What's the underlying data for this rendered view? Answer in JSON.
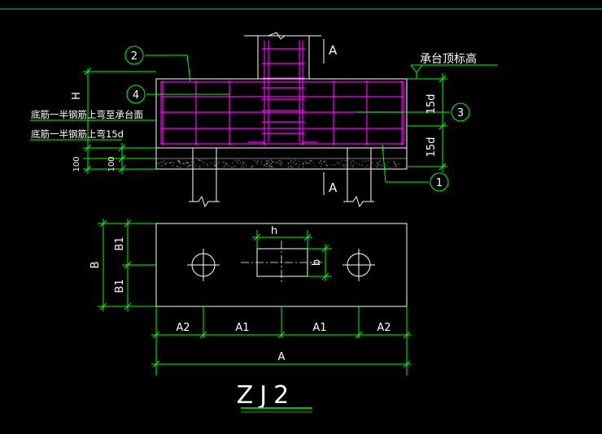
{
  "colors": {
    "background": "#000000",
    "outline": "#ffffff",
    "leader": "#00ff00",
    "rebar": "#ff00ff",
    "dimension": "#00ff00",
    "text": "#ffffff",
    "title_bar": "#00c0c0"
  },
  "section": {
    "cut_label_top": "A",
    "cut_label_bottom": "A",
    "callouts": [
      "1",
      "2",
      "3",
      "4"
    ],
    "top_elevation_label": "承台顶标高",
    "note_line_1": "底筋一半钢筋上弯至承台面",
    "note_line_2": "底筋一半钢筋上弯15d",
    "dim_height": "H",
    "dim_bend_upper": "15d",
    "dim_bend_lower": "15d",
    "dim_100_a": "100",
    "dim_100_b": "100"
  },
  "plan": {
    "dim_h": "h",
    "dim_b": "b",
    "dim_B": "B",
    "dim_B1_top": "B1",
    "dim_B1_bottom": "B1",
    "dims_bottom": [
      "A2",
      "A1",
      "A1",
      "A2"
    ],
    "dim_total": "A"
  },
  "drawing_title": "ZJ2"
}
